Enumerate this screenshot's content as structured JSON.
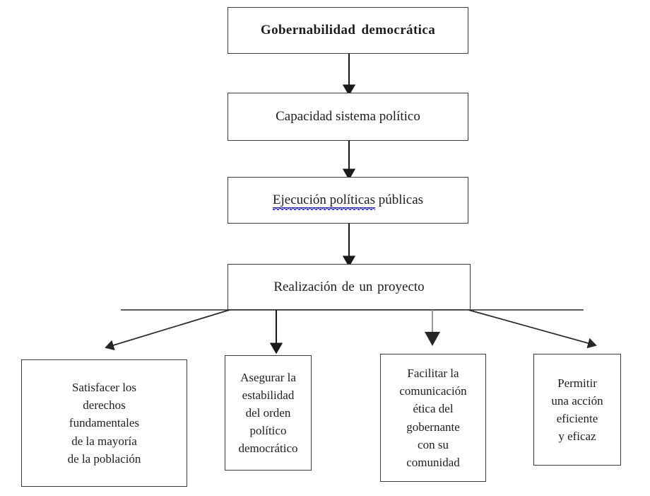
{
  "diagram": {
    "type": "flowchart",
    "title": "Gobernabilidad democrática",
    "language": "es",
    "colors": {
      "box_border": "#3a3a3a",
      "background": "#ffffff",
      "text": "#1d1d1d",
      "arrow_black": "#1a1a1a",
      "arrow_gray": "#9a9a9a",
      "spellcheck_underline": "#2b2fd6"
    },
    "chain": [
      {
        "id": "gobernabilidad",
        "label": "Gobernabilidad  democrática",
        "emphasis": "bold"
      },
      {
        "id": "capacidad",
        "label": "Capacidad sistema político",
        "emphasis": "normal"
      },
      {
        "id": "ejecucion",
        "label_marked": "Ejecución políticas",
        "label_plain": " públicas",
        "emphasis": "normal",
        "annotation": "spell-check wavy underline under 'Ejecución políticas'"
      },
      {
        "id": "realizacion",
        "label": "Realización  de un proyecto",
        "emphasis": "normal"
      }
    ],
    "outcomes": [
      {
        "id": "satisfacer",
        "label": "Satisfacer los\nderechos\nfundamentales\nde la mayoría\nde la población",
        "connector": "diagonal-left-black"
      },
      {
        "id": "asegurar",
        "label": "Asegurar la\nestabilidad\ndel orden\npolítico\ndemocrático",
        "connector": "vertical-black"
      },
      {
        "id": "facilitar",
        "label": "Facilitar la\ncomunicación\nética del\ngobernante\ncon su\ncomunidad",
        "connector": "vertical-gray"
      },
      {
        "id": "permitir",
        "label": "Permitir\nuna acción\neficiente\ny eficaz",
        "connector": "diagonal-right-black"
      }
    ],
    "connectors": [
      {
        "name": "gobernabilidad-to-capacidad",
        "from": "gobernabilidad",
        "to": "capacidad",
        "style": "arrow-down-black"
      },
      {
        "name": "capacidad-to-ejecucion",
        "from": "capacidad",
        "to": "ejecucion",
        "style": "arrow-down-black"
      },
      {
        "name": "ejecucion-to-realizacion",
        "from": "ejecucion",
        "to": "realizacion",
        "style": "arrow-down-black"
      },
      {
        "name": "realizacion-to-satisfacer",
        "from": "realizacion",
        "to": "satisfacer",
        "style": "arrow-diagonal-black"
      },
      {
        "name": "realizacion-to-asegurar",
        "from": "realizacion",
        "to": "asegurar",
        "style": "arrow-down-black"
      },
      {
        "name": "realizacion-to-facilitar",
        "from": "realizacion",
        "to": "facilitar",
        "style": "arrow-down-gray"
      },
      {
        "name": "realizacion-to-permitir",
        "from": "realizacion",
        "to": "permitir",
        "style": "arrow-diagonal-black"
      }
    ]
  }
}
